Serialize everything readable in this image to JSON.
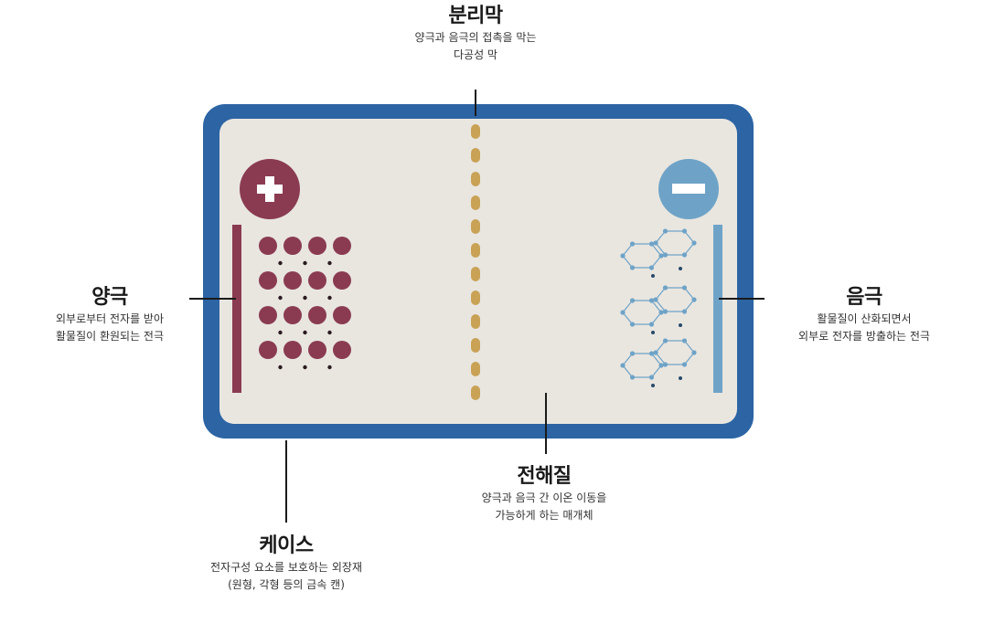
{
  "colors": {
    "case": "#2c64a4",
    "case_inner": "#e9e6e0",
    "cathode": "#8a3b52",
    "anode": "#6ea3c7",
    "separator": "#c9a256",
    "leader": "#1a1a1a"
  },
  "icons": {
    "cathode_symbol": "plus-icon",
    "anode_symbol": "minus-icon"
  },
  "labels": {
    "separator": {
      "title": "분리막",
      "desc": [
        "양극과 음극의 접촉을 막는",
        "다공성 막"
      ]
    },
    "cathode": {
      "title": "양극",
      "desc": [
        "외부로부터 전자를 받아",
        "활물질이 환원되는 전극"
      ]
    },
    "anode": {
      "title": "음극",
      "desc": [
        "활물질이 산화되면서",
        "외부로 전자를 방출하는 전극"
      ]
    },
    "electrolyte": {
      "title": "전해질",
      "desc": [
        "양극과 음극 간 이온 이동을",
        "가능하게 하는 매개체"
      ]
    },
    "case": {
      "title": "케이스",
      "desc": [
        "전자구성 요소를 보호하는 외장재",
        "(원형, 각형 등의 금속 캔)"
      ]
    }
  }
}
